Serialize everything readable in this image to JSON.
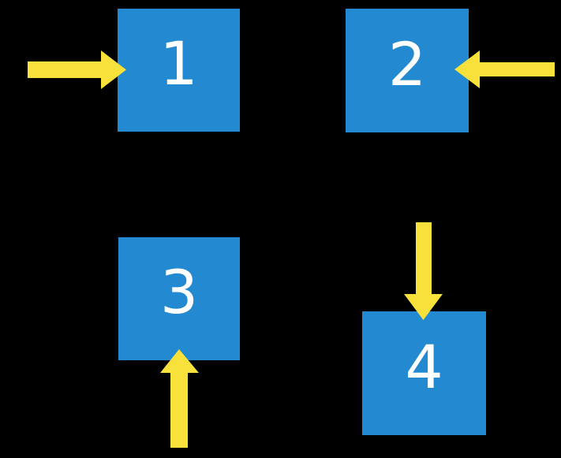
{
  "title": "Four numbered squares with directional arrows",
  "colors": {
    "background": "#000000",
    "square_blue": "#2389d1",
    "arrow_yellow": "#f8e13a",
    "number_white": "#ffffff"
  },
  "squares": [
    {
      "label": "1",
      "position": "top-left"
    },
    {
      "label": "2",
      "position": "top-right"
    },
    {
      "label": "3",
      "position": "bottom-left"
    },
    {
      "label": "4",
      "position": "bottom-right"
    }
  ],
  "arrows": [
    {
      "target": "1",
      "direction": "right",
      "enters_from": "left"
    },
    {
      "target": "2",
      "direction": "left",
      "enters_from": "right"
    },
    {
      "target": "3",
      "direction": "up",
      "enters_from": "bottom"
    },
    {
      "target": "4",
      "direction": "down",
      "enters_from": "top"
    }
  ]
}
